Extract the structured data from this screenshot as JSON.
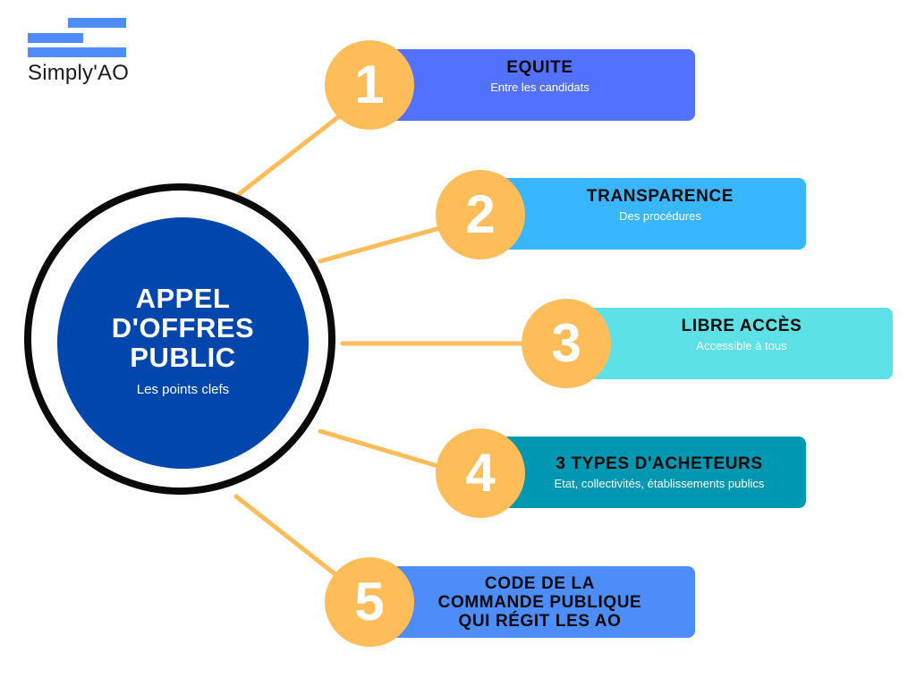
{
  "logo": {
    "name": "Simply'AO",
    "bar_color": "#4c8dfa"
  },
  "hub": {
    "title": "APPEL\nD'OFFRES\nPUBLIC",
    "subtitle": "Les points clefs",
    "color": "#0046ad",
    "ring_color": "#0a0a0a"
  },
  "connector_color": "#ffbd59",
  "points": [
    {
      "number": "1",
      "title": "EQUITE",
      "description": "Entre les candidats",
      "color": "#5271ff"
    },
    {
      "number": "2",
      "title": "TRANSPARENCE",
      "description": "Des procédures",
      "color": "#38b6ff"
    },
    {
      "number": "3",
      "title": "LIBRE ACCÈS",
      "description": "Accessible à tous",
      "color": "#5ce1e6"
    },
    {
      "number": "4",
      "title": "3 TYPES D'ACHETEURS",
      "description": "Etat, collectivités, établissements publics",
      "color": "#0097b2"
    },
    {
      "number": "5",
      "title": "CODE DE LA\nCOMMANDE PUBLIQUE\nQUI RÉGIT LES AO",
      "description": "",
      "color": "#4c8dfa"
    }
  ]
}
